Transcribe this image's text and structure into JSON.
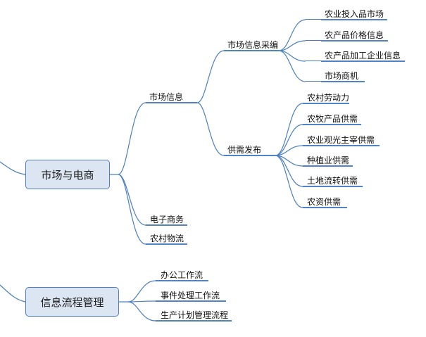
{
  "colors": {
    "connector": "#4a7fc3",
    "node_fill": "#dce6f2",
    "node_border": "#4f7fbf",
    "underline": "#4f83c6"
  },
  "nodes": {
    "market_ecommerce": "市场与电商",
    "info_flow": "信息流程管理",
    "market_info": "市场信息",
    "market_info_collect": "市场信息采编",
    "supply_demand": "供需发布",
    "agri_input_market": "农业投入品市场",
    "agri_price_info": "农产品价格信息",
    "agri_processing_info": "农产品加工企业信息",
    "market_opportunity": "市场商机",
    "rural_labor": "农村劳动力",
    "livestock_supply": "农牧产品供需",
    "agri_tourism_supply": "农业观光主宰供需",
    "planting_supply": "种植业供需",
    "land_transfer_supply": "土地流转供需",
    "agri_material_supply": "农资供需",
    "ecommerce": "电子商务",
    "rural_logistics": "农村物流",
    "office_workflow": "办公工作流",
    "event_workflow": "事件处理工作流",
    "production_plan_workflow": "生产计划管理流程"
  }
}
